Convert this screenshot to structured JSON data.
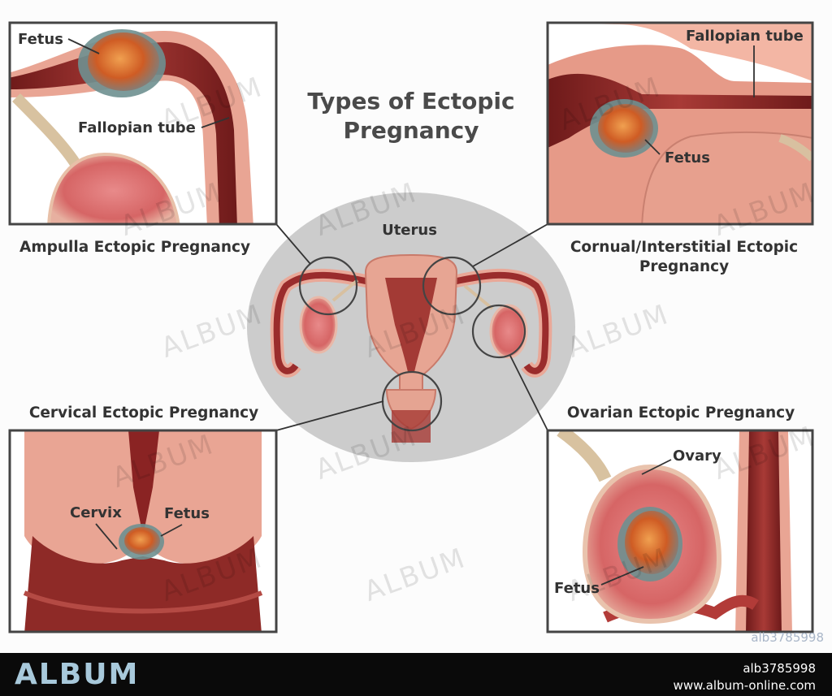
{
  "title_line1": "Types of Ectopic",
  "title_line2": "Pregnancy",
  "center": {
    "label": "Uterus"
  },
  "panels": {
    "ampulla": {
      "caption": "Ampulla Ectopic Pregnancy",
      "labels": [
        "Fetus",
        "Fallopian tube"
      ]
    },
    "cornual": {
      "caption_line1": "Cornual/Interstitial Ectopic",
      "caption_line2": "Pregnancy",
      "labels": [
        "Fallopian tube",
        "Fetus"
      ]
    },
    "cervical": {
      "caption": "Cervical Ectopic Pregnancy",
      "labels": [
        "Cervix",
        "Fetus"
      ]
    },
    "ovarian": {
      "caption": "Ovarian Ectopic Pregnancy",
      "labels": [
        "Ovary",
        "Fetus"
      ]
    }
  },
  "watermark": {
    "text": "ALBUM",
    "code": "alb3785998"
  },
  "footer": {
    "brand": "ALBUM",
    "id": "alb3785998",
    "url": "www.album-online.com"
  },
  "colors": {
    "tube_dark": "#8a2424",
    "tissue_pink": "#e39b8a",
    "fetus_orange": "#d86a2a",
    "ellipse_grey": "#cfcfcf"
  }
}
